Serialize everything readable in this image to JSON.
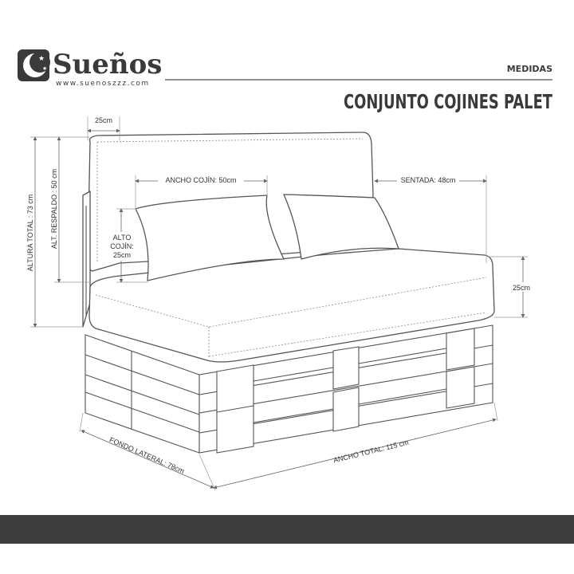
{
  "brand": {
    "name": "Sueños",
    "url": "www.suenoszzz.com"
  },
  "header": {
    "section": "MEDIDAS",
    "title": "CONJUNTO COJINES PALET"
  },
  "dimensions": {
    "backrest_depth": "25cm",
    "cushion_width": "ANCHO COJÍN: 50cm",
    "seat_depth": "SENTADA: 48cm",
    "cushion_height_line1": "ALTO",
    "cushion_height_line2": "COJÍN:",
    "cushion_height_line3": "25cm",
    "total_height": "ALTURA TOTAL : 73 cm",
    "backrest_height": "ALT. RESPALDO : 50 cm",
    "seat_thickness": "25cm",
    "side_depth": "FONDO LATERAL: 78cm",
    "total_width": "ANCHO TOTAL: 115 cm"
  },
  "colors": {
    "line": "#555555",
    "text": "#3a3a3a",
    "footer_bar": "#3d3d3d"
  }
}
